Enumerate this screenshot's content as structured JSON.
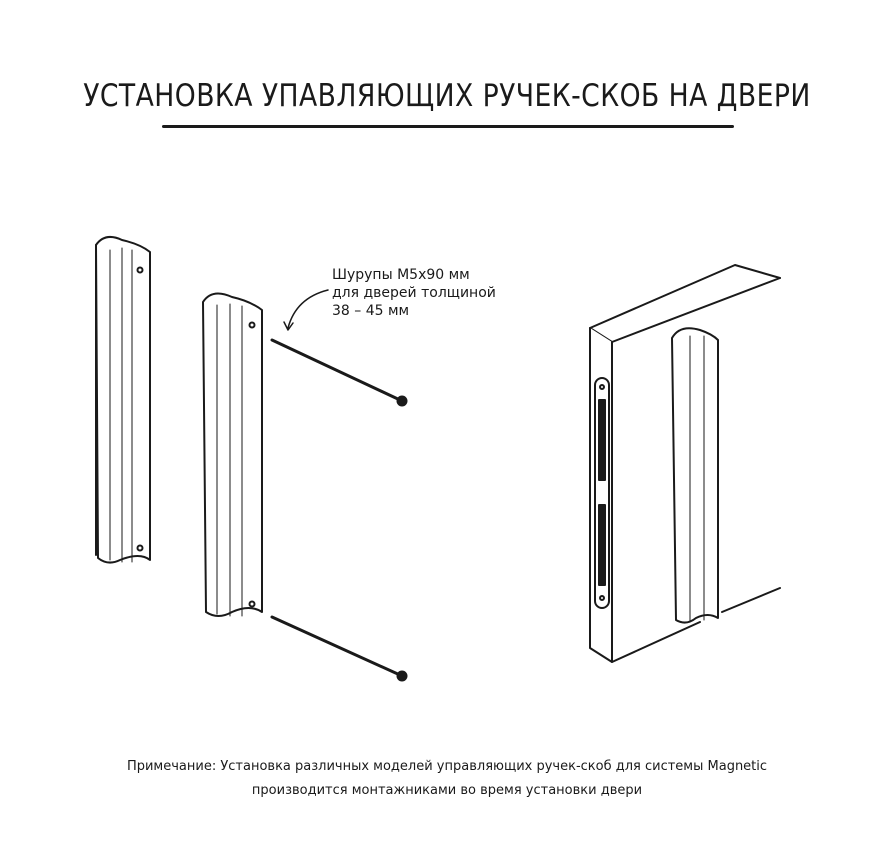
{
  "title": "УСТАНОВКА УПАВЛЯЮЩИХ РУЧЕК-СКОБ НА ДВЕРИ",
  "callout": {
    "line1": "Шурупы M5x90 мм",
    "line2": "для дверей толщиной",
    "line3": "38 – 45 мм"
  },
  "note": {
    "line1": "Примечание: Установка различных моделей управляющих ручек-скоб для системы Magnetic",
    "line2": "производится монтажниками во время установки двери"
  }
}
